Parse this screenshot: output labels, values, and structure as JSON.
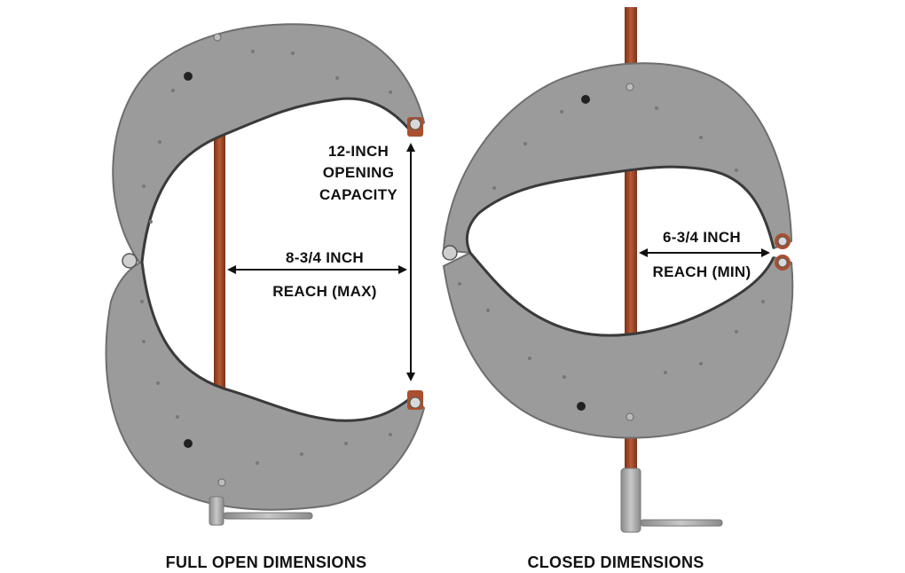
{
  "colors": {
    "plate": "#9b9b9b",
    "plate_edge": "#6e6e6e",
    "inner_edge": "#3a3a3a",
    "screw": "#a8502f",
    "screw_dark": "#7a3318",
    "text": "#111111",
    "arrow": "#111111"
  },
  "left_clamp": {
    "caption": "FULL OPEN DIMENSIONS",
    "opening_line1": "12-INCH",
    "opening_line2": "OPENING",
    "opening_line3": "CAPACITY",
    "reach_value": "8-3/4 INCH",
    "reach_label": "REACH (MAX)"
  },
  "right_clamp": {
    "caption": "CLOSED DIMENSIONS",
    "reach_value": "6-3/4 INCH",
    "reach_label": "REACH (MIN)"
  }
}
